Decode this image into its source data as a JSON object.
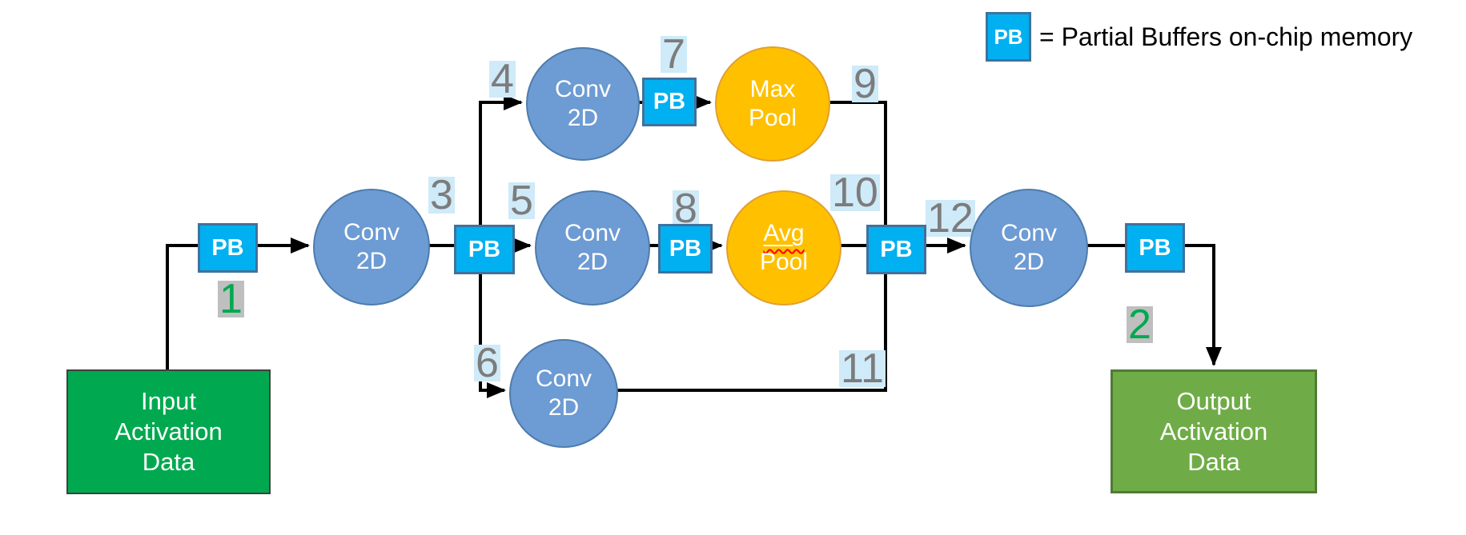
{
  "legend": {
    "pb_label": "PB",
    "text": "= Partial Buffers on-chip memory"
  },
  "pb": "PB",
  "conv2d": {
    "line1": "Conv",
    "line2": "2D"
  },
  "max_pool": {
    "line1": "Max",
    "line2": "Pool"
  },
  "avg_pool": {
    "line1": "Avg",
    "line2": "Pool"
  },
  "input_box": {
    "line1": "Input",
    "line2": "Activation",
    "line3": "Data"
  },
  "output_box": {
    "line1": "Output",
    "line2": "Activation",
    "line3": "Data"
  },
  "steps": {
    "s1": "1",
    "s2": "2",
    "s3": "3",
    "s4": "4",
    "s5": "5",
    "s6": "6",
    "s7": "7",
    "s8": "8",
    "s9": "9",
    "s10": "10",
    "s11": "11",
    "s12": "12"
  },
  "colors": {
    "pb-fill": "#00B0F0",
    "pb-border": "#41719C",
    "conv-fill": "#6D9BD3",
    "conv-border": "#4E7CAC",
    "pool-fill": "#FFC000",
    "pool-border": "#E0A030",
    "input-fill": "#00A94F",
    "input-border": "#404040",
    "output-fill": "#6FAC47",
    "output-border": "#4F7B34",
    "line-color": "#000000",
    "label-blue-bg": "#CFEAF8",
    "label-gray-bg": "#BFBFBF",
    "label-text": "#7C7C7C",
    "label-green-text": "#00A94F",
    "legend-text-color": "#000000",
    "squiggle": "#FF0000"
  }
}
